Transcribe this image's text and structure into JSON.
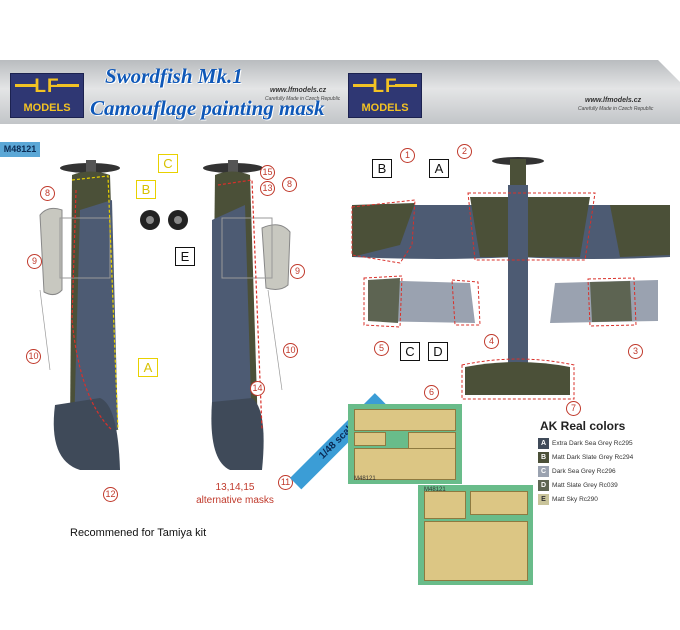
{
  "left": {
    "logo": {
      "brand": "LF",
      "sub": "MODELS"
    },
    "title_line1": "Swordfish Mk.1",
    "title_line2": "Camouflage painting mask",
    "url": "www.lfmodels.cz",
    "small_note": "Carefully Made in Czech Republic",
    "code": "M48121",
    "callouts": [
      "8",
      "9",
      "10",
      "15",
      "13",
      "8",
      "9",
      "10",
      "14",
      "11",
      "12"
    ],
    "yellow_letters": [
      "C",
      "B",
      "A"
    ],
    "box_letter_e": "E",
    "alt_masks_line1": "13,14,15",
    "alt_masks_line2": "alternative masks",
    "scale": "1/48 scale",
    "recommend": "Recommened for Tamiya kit"
  },
  "right": {
    "logo": {
      "brand": "LF",
      "sub": "MODELS"
    },
    "url": "www.lfmodels.cz",
    "small_note": "Carefully Made in Czech Republic",
    "letters": {
      "b": "B",
      "a": "A",
      "c": "C",
      "d": "D"
    },
    "callouts": [
      "1",
      "2",
      "5",
      "4",
      "3",
      "6",
      "7"
    ],
    "sheet1_code": "M48121",
    "sheet2_code": "M48121",
    "colors_title": "AK Real colors",
    "colors": [
      {
        "key": "A",
        "label": "Extra Dark Sea Grey Rc295",
        "hex": "#3f4a59"
      },
      {
        "key": "B",
        "label": "Matt Dark Slate Grey Rc294",
        "hex": "#4b5038"
      },
      {
        "key": "C",
        "label": "Dark Sea Grey Rc296",
        "hex": "#9aa2b0"
      },
      {
        "key": "D",
        "label": "Matt Slate Grey Rc039",
        "hex": "#5d6452"
      },
      {
        "key": "E",
        "label": "Matt Sky Rc290",
        "hex": "#c9c49a"
      }
    ]
  }
}
